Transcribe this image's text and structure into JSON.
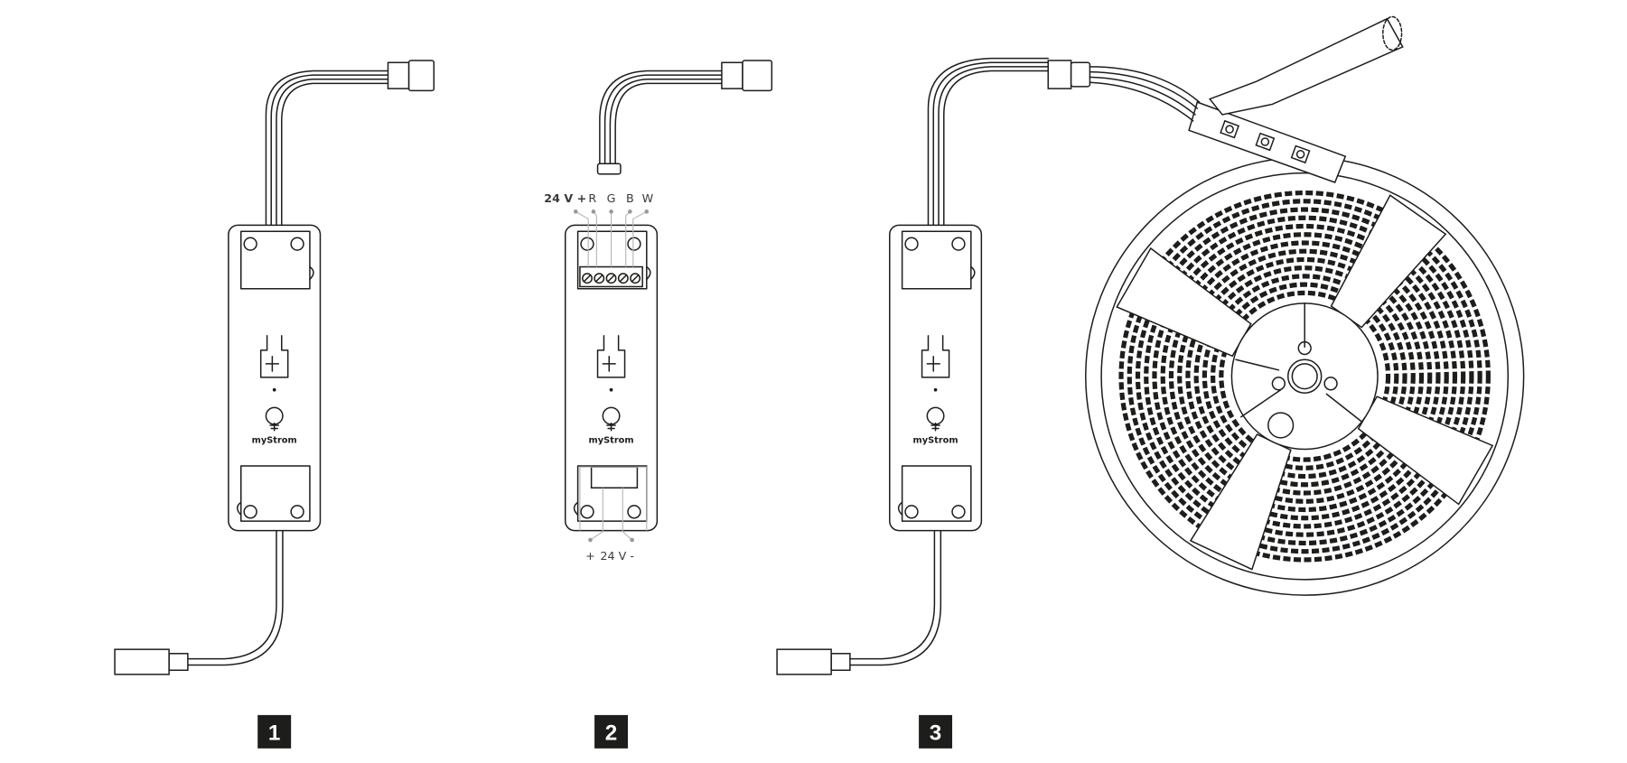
{
  "colors": {
    "line": "#1d1d1b",
    "guide": "#b8b8b8",
    "badge": "#1d1d1b"
  },
  "devices": [
    {
      "step": "1",
      "logo": "myStrom"
    },
    {
      "step": "2",
      "logo": "myStrom"
    },
    {
      "step": "3",
      "logo": "myStrom"
    }
  ],
  "terminal_top_labels": [
    "24 V +",
    "R",
    "G",
    "B",
    "W"
  ],
  "terminal_bottom_labels": {
    "plus": "+",
    "voltage": "24 V",
    "minus": "-"
  }
}
